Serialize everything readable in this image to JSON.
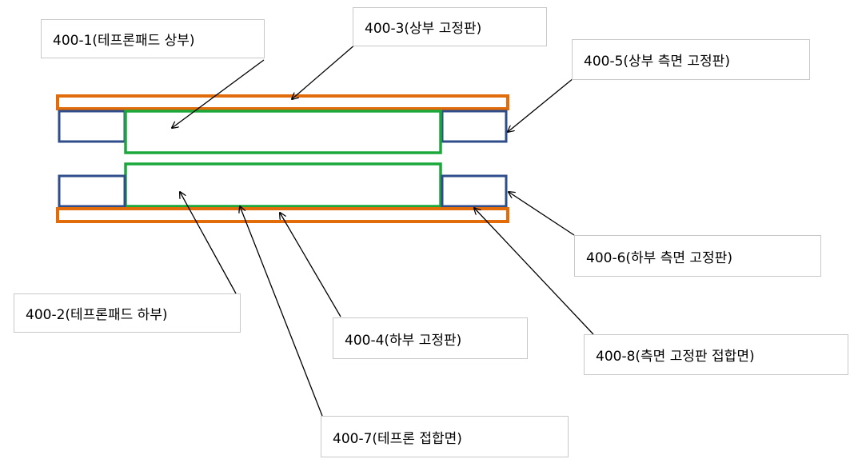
{
  "colors": {
    "fixing_plate": "#e36c0a",
    "side_plate": "#2e4d8a",
    "teflon_pad": "#1aa83a",
    "leader_line": "#000000"
  },
  "labels": {
    "teflon_pad_upper": "400-1(테프론패드 상부)",
    "teflon_pad_lower": "400-2(테프론패드  하부)",
    "upper_fixing_plate": "400-3(상부 고정판)",
    "lower_fixing_plate": "400-4(하부 고정판)",
    "upper_side_fixing_plate": "400-5(상부 측면 고정판)",
    "lower_side_fixing_plate": "400-6(하부 측면 고정판)",
    "teflon_junction": "400-7(테프론 접합면)",
    "side_plate_junction": "400-8(측면 고정판 접합면)"
  }
}
